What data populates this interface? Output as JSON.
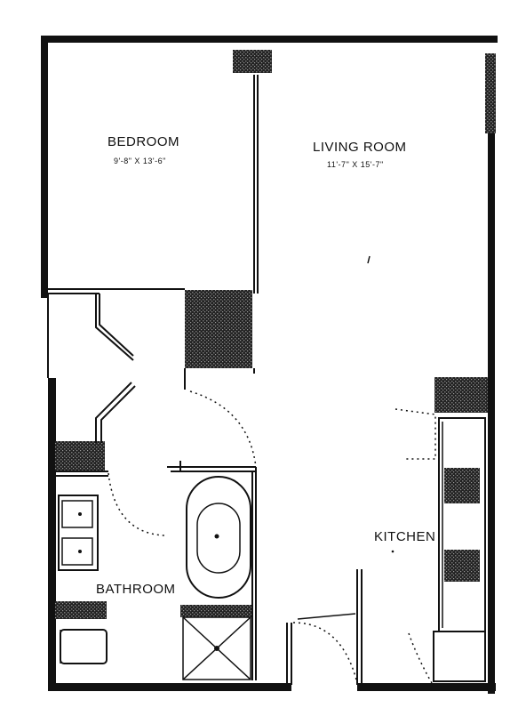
{
  "rooms": {
    "bedroom": {
      "name": "BEDROOM",
      "dimensions": "9'-8\" X 13'-6\""
    },
    "living_room": {
      "name": "LIVING ROOM",
      "dimensions": "11'-7\" X 15'-7\""
    },
    "kitchen": {
      "name": "KITCHEN"
    },
    "bathroom": {
      "name": "BATHROOM"
    }
  }
}
